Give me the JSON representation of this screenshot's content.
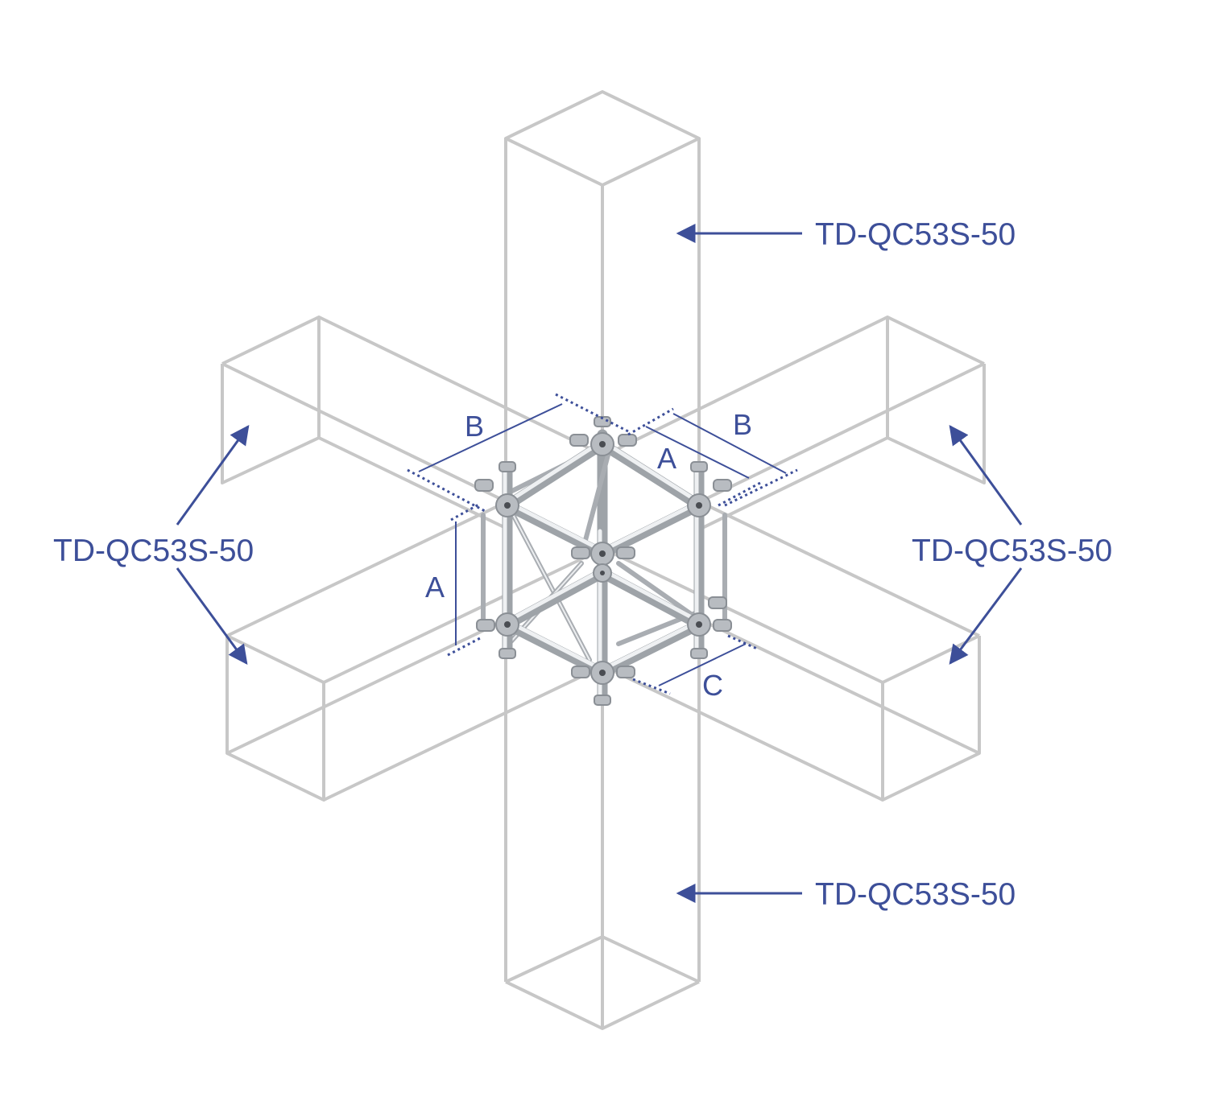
{
  "labels": {
    "top_right": "TD-QC53S-50",
    "left": "TD-QC53S-50",
    "right": "TD-QC53S-50",
    "bottom_right": "TD-QC53S-50"
  },
  "dimensions": {
    "b_left": "B",
    "b_right": "B",
    "a_upper": "A",
    "a_left": "A",
    "c": "C"
  },
  "colors": {
    "label_blue": "#3d4f99",
    "ghost_gray": "#c7c7c7",
    "aluminium": "#9ea3a8"
  }
}
